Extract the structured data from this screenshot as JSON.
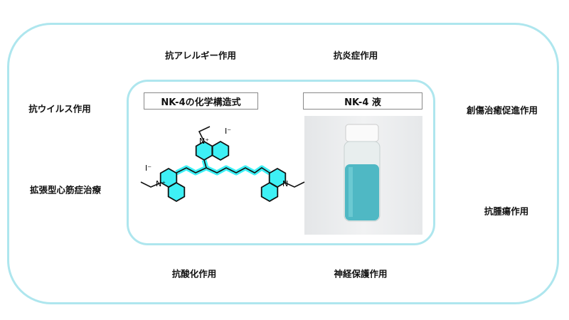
{
  "effects": {
    "anti_allergy": "抗アレルギー作用",
    "anti_inflammatory": "抗炎症作用",
    "antiviral": "抗ウイルス作用",
    "wound_healing": "創傷治癒促進作用",
    "dilated_cardiomyopathy": "拡張型心筋症治療",
    "antitumor": "抗腫瘍作用",
    "antioxidant": "抗酸化作用",
    "neuroprotective": "神経保護作用"
  },
  "center": {
    "structure_title": "NK-4の化学構造式",
    "solution_title": "NK-4 液",
    "atoms": {
      "n_plus": "N⁺",
      "n": "N",
      "iodide": "I⁻"
    }
  },
  "colors": {
    "frame": "#aee6ee",
    "highlight": "#3ef0f5",
    "solution": "#4fb8c4"
  }
}
